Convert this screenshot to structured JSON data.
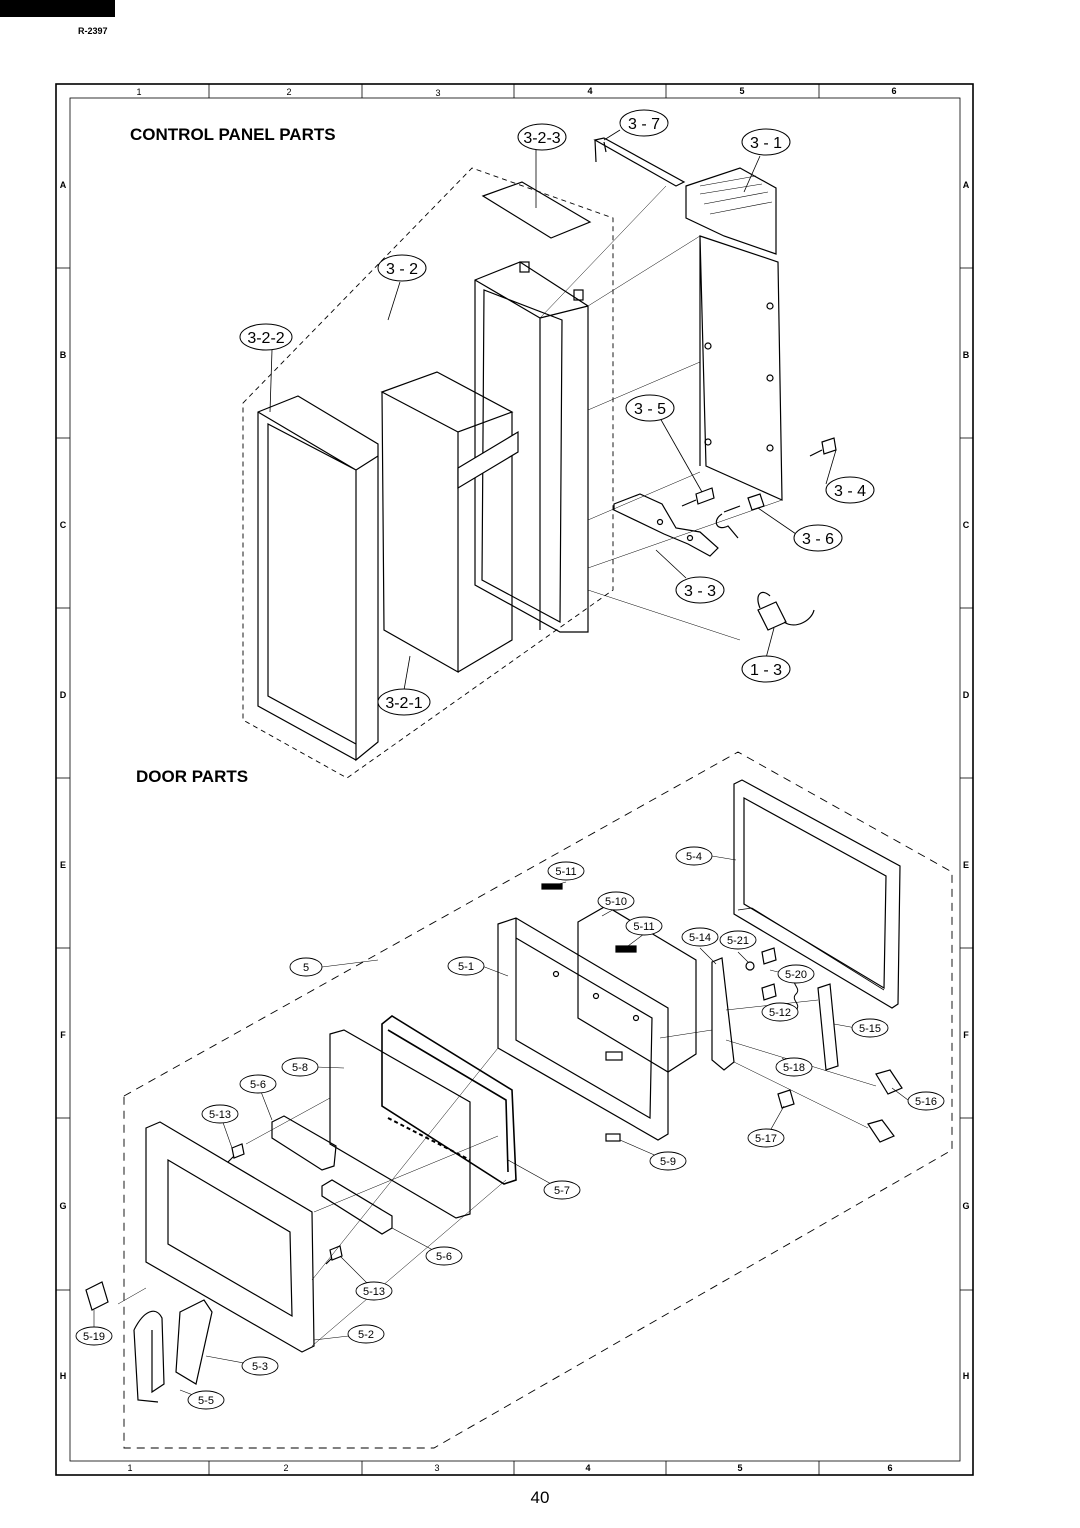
{
  "document": {
    "model": "R-2397",
    "page_number": "40"
  },
  "grid": {
    "columns": [
      "1",
      "2",
      "3",
      "4",
      "5",
      "6"
    ],
    "rows": [
      "A",
      "B",
      "C",
      "D",
      "E",
      "F",
      "G",
      "H"
    ]
  },
  "sections": {
    "control_panel": "CONTROL PANEL PARTS",
    "door": "DOOR PARTS"
  },
  "callouts": {
    "control": [
      "3-2-3",
      "3 - 7",
      "3 - 1",
      "3 - 2",
      "3-2-2",
      "3 - 5",
      "3 - 4",
      "3 - 6",
      "3 - 3",
      "1 - 3",
      "3-2-1"
    ],
    "door": [
      "5-4",
      "5-11",
      "5-10",
      "5-11",
      "5-14",
      "5-21",
      "5",
      "5-1",
      "5-20",
      "5-12",
      "5-15",
      "5-8",
      "5-18",
      "5-6",
      "5-16",
      "5-13",
      "5-17",
      "5-9",
      "5-7",
      "5-6",
      "5-13",
      "5-2",
      "5-19",
      "5-3",
      "5-5"
    ]
  }
}
